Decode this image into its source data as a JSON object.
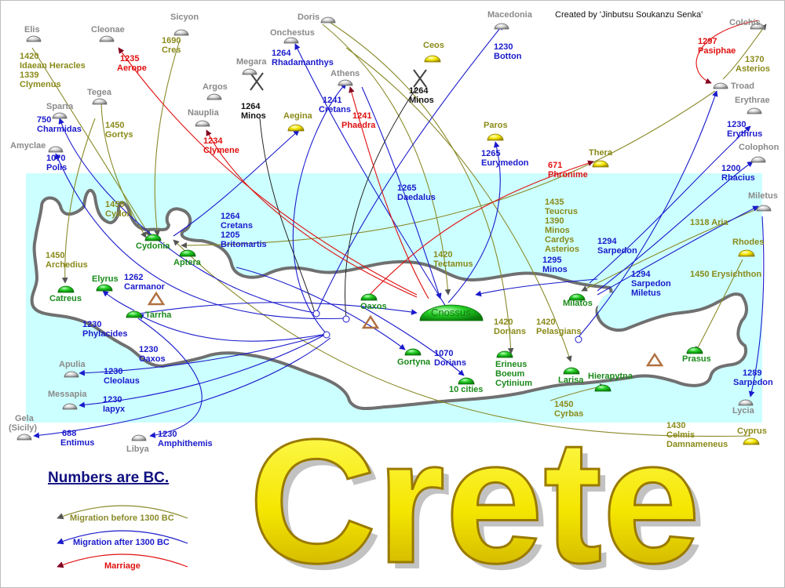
{
  "credit": "Created by 'Jinbutsu Soukanzu Senka'",
  "title": "Crete",
  "note": "Numbers are BC.",
  "legend": [
    {
      "label": "Migration before 1300 BC",
      "color": "#8a8a2a"
    },
    {
      "label": "Migration after 1300 BC",
      "color": "#1a1acc"
    },
    {
      "label": "Marriage",
      "color": "#e01010"
    }
  ],
  "colors": {
    "sea": "#ccffff",
    "coast": "#707070",
    "city_green": "#22cc22",
    "city_grey": "#cfcfcf",
    "city_yellow": "#f5e600"
  },
  "places": {
    "elis": "Elis",
    "cleonae": "Cleonae",
    "sicyon": "Sicyon",
    "doris": "Doris",
    "macedonia": "Macedonia",
    "colchis": "Colchis",
    "onchestus": "Onchestus",
    "megara": "Megara",
    "ceos": "Ceos",
    "argos": "Argos",
    "athens": "Athens",
    "nauplia": "Nauplia",
    "tegea": "Tegea",
    "sparta": "Sparta",
    "aegina": "Aegina",
    "paros": "Paros",
    "troad": "Troad",
    "erythrae": "Erythrae",
    "amyclae": "Amyclae",
    "thera": "Thera",
    "colophon": "Colophon",
    "miletus": "Miletus",
    "rhodes": "Rhodes",
    "apulia": "Apulia",
    "messapia": "Messapia",
    "gela_1": "Gela",
    "gela_2": "(Sicily)",
    "libya": "Libya",
    "lycia": "Lycia",
    "cyprus": "Cyprus",
    "cydonia": "Cydonia",
    "aptera": "Aptera",
    "elyrus": "Elyrus",
    "catreus": "Catreus",
    "tarrha": "Tarrha",
    "oaxos": "Oaxos",
    "cnossus": "Cnossus",
    "gortyna": "Gortyna",
    "ten_cities": "10 cities",
    "erineus": "Erineus",
    "boeum": "Boeum",
    "cytinium": "Cytinium",
    "larisa": "Larisa",
    "hierapytna": "Hierapytna",
    "milatos": "Milatos",
    "prasus": "Prasus"
  },
  "annotations": {
    "elis": [
      "1420",
      "Idaean Heracles",
      "1339",
      "Clymenus"
    ],
    "cleonae": [
      "1235",
      "Aerope"
    ],
    "sicyon": [
      "1690",
      "Cres"
    ],
    "onchestus": [
      "1264",
      "Rhadamanthys"
    ],
    "megara": [
      "1264",
      "Minos"
    ],
    "ceos": [
      "1264",
      "Minos"
    ],
    "macedonia": [
      "1230",
      "Botton"
    ],
    "colchis_1": [
      "1297",
      "Pasiphae"
    ],
    "colchis_2": [
      "1370",
      "Asterios"
    ],
    "nauplia": [
      "1234",
      "Clymene"
    ],
    "athens_1": [
      "1241",
      "Cretans"
    ],
    "athens_2": [
      "1241",
      "Phaedra"
    ],
    "sparta": [
      "750",
      "Charmidas"
    ],
    "tegea": [
      "1450",
      "Gortys"
    ],
    "amyclae": [
      "1070",
      "Polis"
    ],
    "paros": [
      "1265",
      "Eurymedon"
    ],
    "thera": [
      "671",
      "Phronime"
    ],
    "erythrae": [
      "1230",
      "Erythrus"
    ],
    "colophon": [
      "1200",
      "Rhacius"
    ],
    "daedalus": [
      "1265",
      "Daedalus"
    ],
    "cydon": [
      "1450",
      "Cydon"
    ],
    "cretans": [
      "1264",
      "Cretans",
      "1205",
      "Britomartis"
    ],
    "teucrus": [
      "1435",
      "Teucrus",
      "1390",
      "Minos",
      "Cardys",
      "Asterios"
    ],
    "aria": [
      "1318 Aria"
    ],
    "tectamus": [
      "1420",
      "Tectamus"
    ],
    "archedius": [
      "1450",
      "Archedius"
    ],
    "carmanor": [
      "1262",
      "Carmanor"
    ],
    "sarpedon_1": [
      "1294",
      "Sarpedon"
    ],
    "minos_1295": [
      "1295",
      "Minos"
    ],
    "sarpedon_miletus": [
      "1294",
      "Sarpedon",
      "Miletus"
    ],
    "erysichthon": [
      "1450 Erysichthon"
    ],
    "phylacides": [
      "1230",
      "Phylacides"
    ],
    "oaxos_1230": [
      "1230",
      "Oaxos"
    ],
    "dorians_1420": [
      "1420",
      "Dorians"
    ],
    "pelasgians": [
      "1420",
      "Pelasgians"
    ],
    "dorians_1070": [
      "1070",
      "Dorians"
    ],
    "apulia": [
      "1230",
      "Cleolaus"
    ],
    "messapia": [
      "1230",
      "Iapyx"
    ],
    "gela": [
      "688",
      "Entimus"
    ],
    "libya": [
      "1230",
      "Amphithemis"
    ],
    "cyrbas": [
      "1450",
      "Cyrbas"
    ],
    "lycia": [
      "1289",
      "Sarpedon"
    ],
    "cyprus": [
      "1430",
      "Celmis",
      "Damnameneus"
    ]
  }
}
